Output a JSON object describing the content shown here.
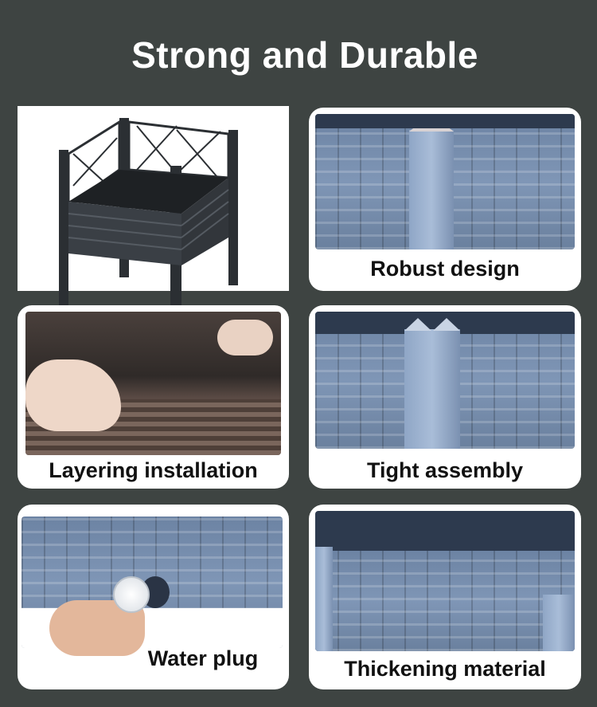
{
  "title": "Strong and Durable",
  "features": [
    {
      "caption": "Robust design"
    },
    {
      "caption": "Layering installation"
    },
    {
      "caption": "Tight assembly"
    },
    {
      "caption": "Water plug"
    },
    {
      "caption": "Thickening material"
    }
  ]
}
